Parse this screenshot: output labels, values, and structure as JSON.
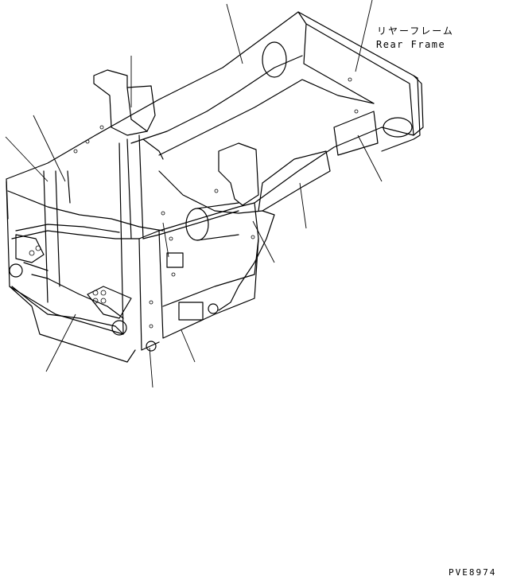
{
  "part_label": {
    "japanese": "リヤーフレーム",
    "english": "Rear Frame"
  },
  "drawing_code": "PVE8974"
}
